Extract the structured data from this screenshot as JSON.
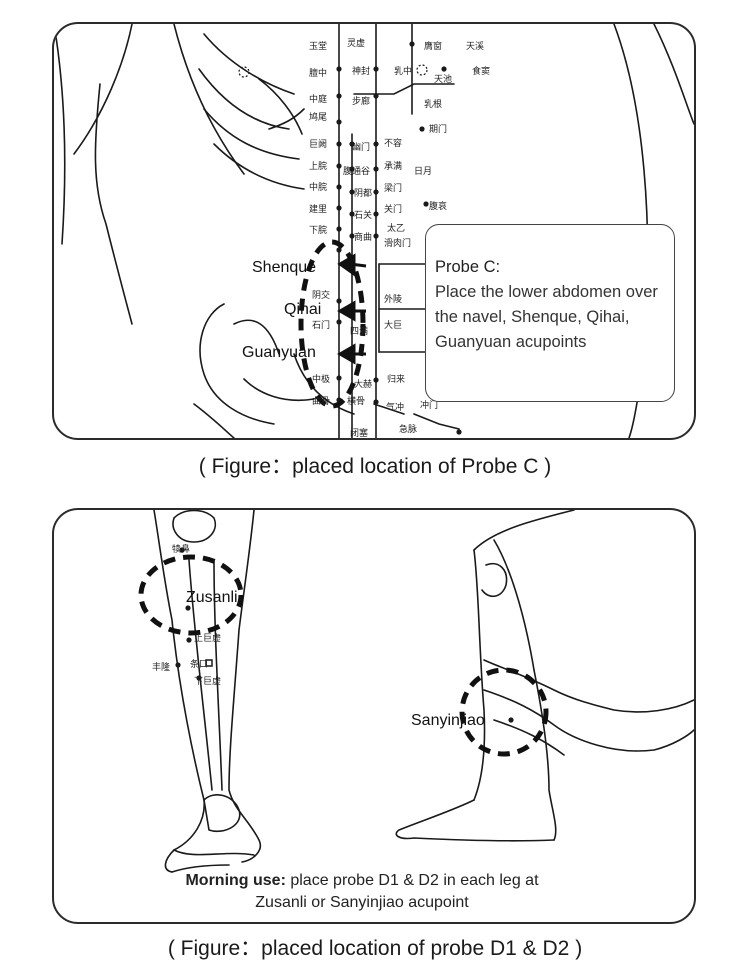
{
  "panel_c": {
    "point_labels": {
      "shenque": "Shenque",
      "qihai": "Qihai",
      "guanyuan": "Guanyuan"
    },
    "callout_title": "Probe C:",
    "callout_text": "Place the lower abdomen over the navel, Shenque, Qihai, Guanyuan acupoints",
    "chinese_labels": [
      "玉堂",
      "灵虚",
      "膺窗",
      "天溪",
      "膻中",
      "神封",
      "乳中",
      "天池",
      "食窦",
      "中庭",
      "步廊",
      "乳根",
      "鸠尾",
      "期门",
      "巨阙",
      "幽门",
      "不容",
      "上脘",
      "腹通谷",
      "承满",
      "日月",
      "中脘",
      "阴都",
      "梁门",
      "建里",
      "石关",
      "关门",
      "腹哀",
      "下脘",
      "商曲",
      "太乙",
      "滑肉门",
      "阴交",
      "外陵",
      "石门",
      "四满",
      "大巨",
      "中极",
      "大赫",
      "归来",
      "曲骨",
      "横骨",
      "气冲",
      "冲门",
      "闭塞",
      "急脉"
    ],
    "caption": "( Figure：placed location of Probe C )"
  },
  "panel_d": {
    "point_labels": {
      "zusanli": "Zusanli",
      "sanyinjiao": "Sanyinjiao"
    },
    "chinese_labels": [
      "犊鼻",
      "上巨虚",
      "丰隆",
      "条口",
      "下巨虚"
    ],
    "morning_bold": "Morning use:",
    "morning_text": " place probe D1 & D2 in each leg at",
    "morning_text2": "Zusanli or Sanyinjiao acupoint",
    "caption": "( Figure：placed location of probe D1 & D2 )"
  },
  "colors": {
    "line": "#1a1a1a",
    "border": "#2b2b2b",
    "text": "#333333"
  }
}
